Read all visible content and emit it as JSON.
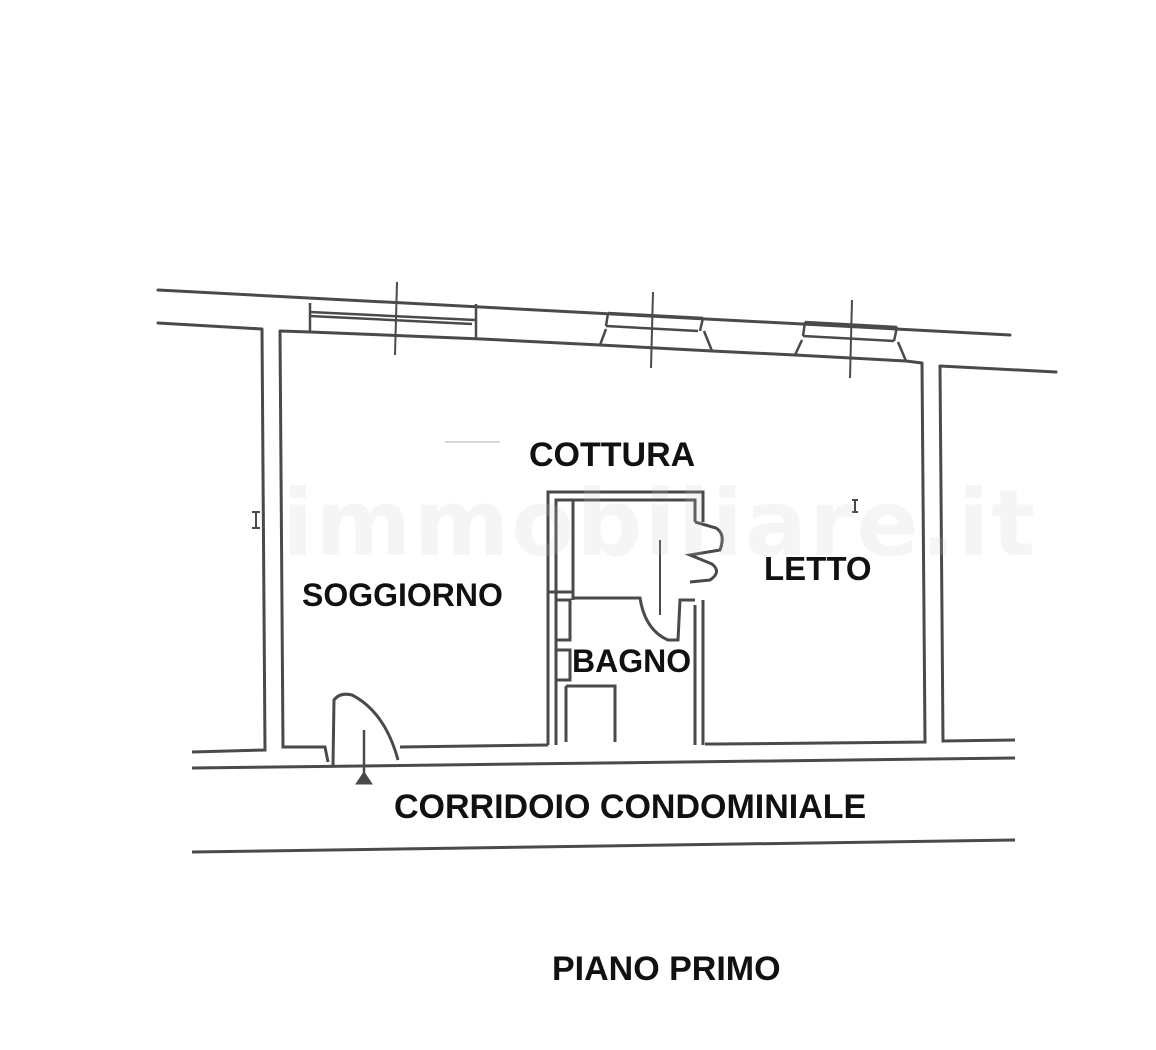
{
  "plan": {
    "rooms": [
      {
        "id": "cottura",
        "label": "COTTURA"
      },
      {
        "id": "soggiorno",
        "label": "SOGGIORNO"
      },
      {
        "id": "letto",
        "label": "LETTO"
      },
      {
        "id": "bagno",
        "label": "BAGNO"
      }
    ],
    "corridor_label": "CORRIDOIO CONDOMINIALE",
    "floor_label": "PIANO PRIMO",
    "watermark": "immobiliare.it",
    "colors": {
      "line": "#4a4a4a",
      "text": "#111111",
      "background": "#ffffff"
    }
  }
}
